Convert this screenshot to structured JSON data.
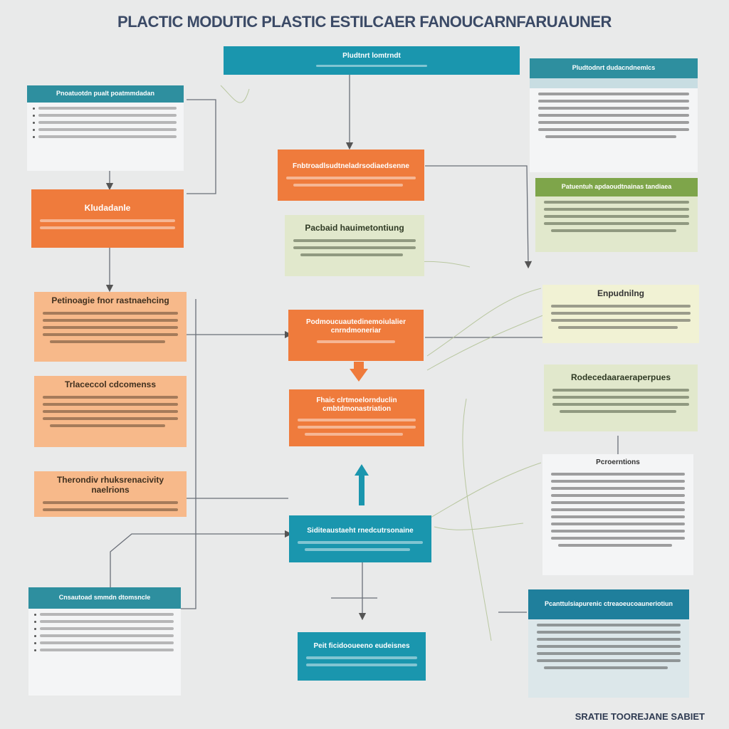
{
  "title": "PLACTIC MODUTIC PLASTIC ESTILCAER FANOUCARNFARUAUNER",
  "footer": "SRATIE TOOREJANE SABIET",
  "nodes": {
    "top_center": {
      "label": "Pludtnrt lomtrndt"
    },
    "left_top": {
      "label": "Pnoatuotdn pualt poatmmdadan"
    },
    "left_orange": {
      "label": "Kludadanle"
    },
    "left_peach1": {
      "label": "Petinoagie fnor rastnaehcing"
    },
    "left_peach2": {
      "label": "Trlaceccol cdcomenss"
    },
    "left_peach3": {
      "label": "Therondiv rhuksrenacivity naelrions"
    },
    "left_bottom": {
      "label": "Cnsautoad smmdn dtomsncle"
    },
    "center_orange1": {
      "label": "Fnbtroadlsudtneladrsodiaedsenne"
    },
    "center_green": {
      "label": "Pacbaid hauimetontiung"
    },
    "center_orange2": {
      "label": "Podmoucuautedinemoiulalier cnrndmoneriar"
    },
    "center_orange3": {
      "label": "Fhaic clrtmoelornduclin cmbtdmonastriation"
    },
    "center_teal": {
      "label": "Siditeaustaeht rnedcutrsonaine"
    },
    "center_bottom": {
      "label": "Peit ficidooueeno eudeisnes"
    },
    "right_top": {
      "label": "Pludtodnrt dudacndnemlcs"
    },
    "right_green": {
      "label": "Patuentuh apdaoudtnainas tandiaea"
    },
    "right_yellow": {
      "label": "Enpudnilng"
    },
    "right_green2": {
      "label": "Rodecedaaraeraperpues"
    },
    "right_white": {
      "label": "Pcroerntions"
    },
    "right_bottom": {
      "label": "Pcanttulsiapurenic ctreaoeucoauneriotiun"
    }
  },
  "colors": {
    "orange": "#ef7b3c",
    "peach": "#f7b98a",
    "teal": "#1a96ae",
    "green": "#7ea54a",
    "light_green": "#e1e8cc",
    "title": "#3b4a66"
  }
}
